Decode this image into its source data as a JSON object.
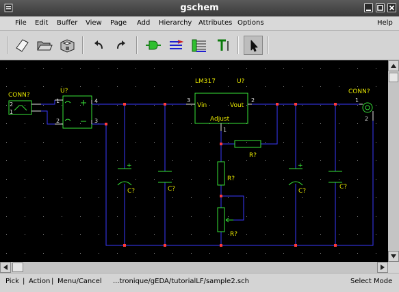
{
  "window": {
    "title": "gschem"
  },
  "menu": [
    "File",
    "Edit",
    "Buffer",
    "View",
    "Page",
    "Add",
    "Hierarchy",
    "Attributes",
    "Options",
    "Help"
  ],
  "toolbar": {
    "buttons": [
      "new-page-icon",
      "open-file-icon",
      "save-icon",
      "undo-icon",
      "redo-icon",
      "add-component-icon",
      "add-net-icon",
      "add-bus-icon",
      "add-text-icon",
      "select-mode-icon"
    ],
    "active": "select-mode-icon"
  },
  "schematic": {
    "colors": {
      "background": "#000000",
      "net": "#3a3aff",
      "component": "#39e639",
      "attribute": "#e6e600",
      "junction": "#ff3a3a",
      "pin": "#e6e6e6"
    },
    "conn_left": {
      "refdes": "CONN?",
      "pin_top": "2",
      "pin_bottom": "1"
    },
    "bridge": {
      "refdes": "U?",
      "pin_tl": "1",
      "pin_tr": "4",
      "pin_bl": "2",
      "pin_br": "3"
    },
    "regulator": {
      "device": "LM317",
      "refdes": "U?",
      "pin_in": "3",
      "pin_out": "2",
      "pin_adj": "1",
      "label_in": "Vin",
      "label_out": "Vout",
      "label_adj": "Adjust"
    },
    "r_top": {
      "refdes": "R?"
    },
    "r_mid": {
      "refdes": "R?"
    },
    "r_pot": {
      "refdes": "R?"
    },
    "c1": {
      "refdes": "C?",
      "mark": "+"
    },
    "c2": {
      "refdes": "C?"
    },
    "c3": {
      "refdes": "C?",
      "mark": "+"
    },
    "c4": {
      "refdes": "C?"
    },
    "conn_right": {
      "refdes": "CONN?",
      "pin1": "1",
      "pin2": "2"
    }
  },
  "status": {
    "left": "Pick",
    "middle": "Action",
    "right_btn": "Menu/Cancel",
    "file": "...tronique/gEDA/tutorialLF/sample2.sch",
    "mode": "Select Mode"
  }
}
